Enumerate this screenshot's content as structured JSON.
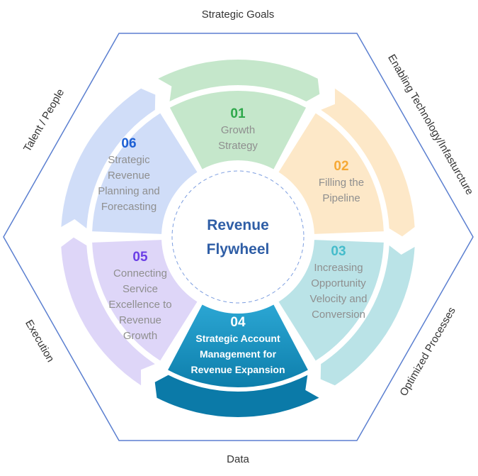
{
  "hexagon_labels": {
    "top": "Strategic Goals",
    "top_right": "Enabling Technology/Infasturcture",
    "bottom_right": "Optimized Processes",
    "bottom": "Data",
    "bottom_left": "Execution",
    "top_left": "Talent / People"
  },
  "center": {
    "line1": "Revenue",
    "line2": "Flywheel"
  },
  "segments": [
    {
      "number": "01",
      "lines": [
        "Growth",
        "Strategy"
      ],
      "fill": "#c5e7cb",
      "band": "#c5e7cb",
      "num_color": "#2ea84a"
    },
    {
      "number": "02",
      "lines": [
        "Filling the",
        "Pipeline"
      ],
      "fill": "#fde8c8",
      "band": "#fde8c8",
      "num_color": "#f6a935"
    },
    {
      "number": "03",
      "lines": [
        "Increasing",
        "Opportunity",
        "Velocity and",
        "Conversion"
      ],
      "fill": "#bae3e7",
      "band": "#bae3e7",
      "num_color": "#45bccb"
    },
    {
      "number": "04",
      "lines": [
        "Strategic Account",
        "Management for",
        "Revenue Expansion"
      ],
      "fill": "#1f96c4",
      "band": "#0b7aa8",
      "num_color": "#ffffff",
      "highlighted": true
    },
    {
      "number": "05",
      "lines": [
        "Connecting",
        "Service",
        "Excellence to",
        "Revenue",
        "Growth"
      ],
      "fill": "#ded6f8",
      "band": "#ded6f8",
      "num_color": "#6b3ee6"
    },
    {
      "number": "06",
      "lines": [
        "Strategic",
        "Revenue",
        "Planning and",
        "Forecasting"
      ],
      "fill": "#d0ddf8",
      "band": "#d0ddf8",
      "num_color": "#1c5fd4"
    }
  ],
  "colors": {
    "hexagon_stroke": "#5b7fd0",
    "center_text": "#2f5ea6",
    "dashed_ring": "#7d9ee0"
  }
}
